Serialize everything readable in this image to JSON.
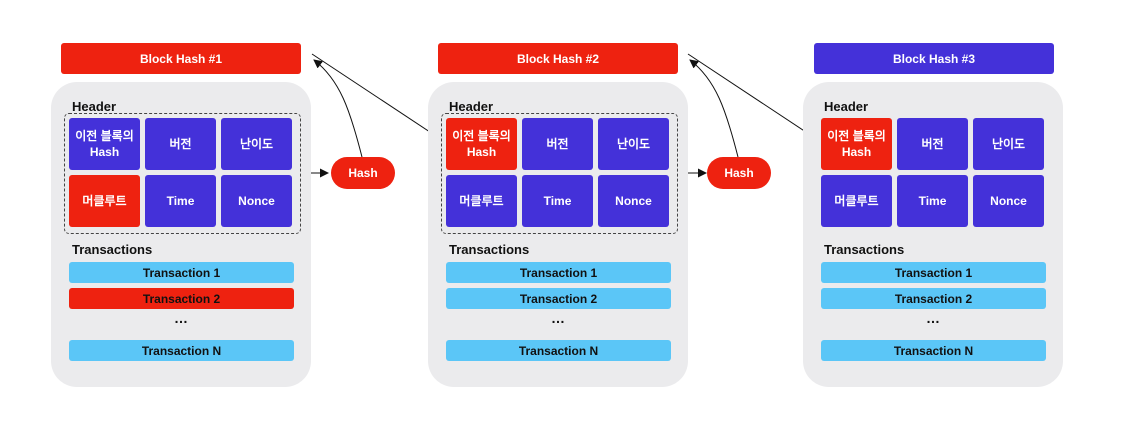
{
  "colors": {
    "red": "#ee2210",
    "purple": "#4431d9",
    "light_blue": "#5bc6f7",
    "card_bg": "#ebebed"
  },
  "blocks": [
    {
      "hash_label": "Block Hash #1",
      "hash_color": "red",
      "header_label": "Header",
      "cells": {
        "prev": {
          "text": "이전 블록의\nHash",
          "color": "purple"
        },
        "version": {
          "text": "버전",
          "color": "purple"
        },
        "difficulty": {
          "text": "난이도",
          "color": "purple"
        },
        "merkle": {
          "text": "머클루트",
          "color": "red"
        },
        "time": {
          "text": "Time",
          "color": "purple"
        },
        "nonce": {
          "text": "Nonce",
          "color": "purple"
        }
      },
      "transactions_label": "Transactions",
      "tx": [
        {
          "text": "Transaction 1",
          "color": "light_blue"
        },
        {
          "text": "Transaction 2",
          "color": "red"
        }
      ],
      "ellipsis": "…",
      "tx_last": {
        "text": "Transaction N",
        "color": "light_blue"
      }
    },
    {
      "hash_label": "Block Hash #2",
      "hash_color": "red",
      "header_label": "Header",
      "cells": {
        "prev": {
          "text": "이전 블록의\nHash",
          "color": "red"
        },
        "version": {
          "text": "버전",
          "color": "purple"
        },
        "difficulty": {
          "text": "난이도",
          "color": "purple"
        },
        "merkle": {
          "text": "머클루트",
          "color": "purple"
        },
        "time": {
          "text": "Time",
          "color": "purple"
        },
        "nonce": {
          "text": "Nonce",
          "color": "purple"
        }
      },
      "transactions_label": "Transactions",
      "tx": [
        {
          "text": "Transaction 1",
          "color": "light_blue"
        },
        {
          "text": "Transaction 2",
          "color": "light_blue"
        }
      ],
      "ellipsis": "…",
      "tx_last": {
        "text": "Transaction N",
        "color": "light_blue"
      }
    },
    {
      "hash_label": "Block Hash #3",
      "hash_color": "purple",
      "header_label": "Header",
      "cells": {
        "prev": {
          "text": "이전 블록의\nHash",
          "color": "red"
        },
        "version": {
          "text": "버전",
          "color": "purple"
        },
        "difficulty": {
          "text": "난이도",
          "color": "purple"
        },
        "merkle": {
          "text": "머클루트",
          "color": "purple"
        },
        "time": {
          "text": "Time",
          "color": "purple"
        },
        "nonce": {
          "text": "Nonce",
          "color": "purple"
        }
      },
      "transactions_label": "Transactions",
      "tx": [
        {
          "text": "Transaction 1",
          "color": "light_blue"
        },
        {
          "text": "Transaction 2",
          "color": "light_blue"
        }
      ],
      "ellipsis": "…",
      "tx_last": {
        "text": "Transaction N",
        "color": "light_blue"
      }
    }
  ],
  "hash_nodes": [
    {
      "text": "Hash",
      "color": "red"
    },
    {
      "text": "Hash",
      "color": "red"
    }
  ]
}
